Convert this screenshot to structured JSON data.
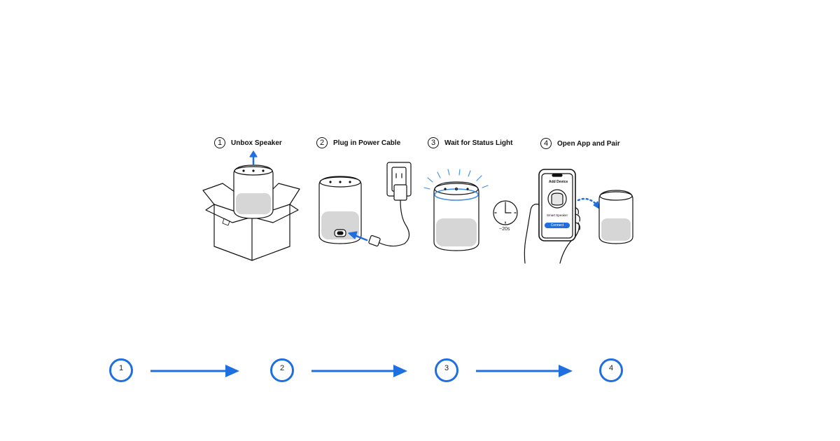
{
  "steps": [
    {
      "num": "1",
      "title": "Unbox Speaker"
    },
    {
      "num": "2",
      "title": "Plug in Power Cable"
    },
    {
      "num": "3",
      "title": "Wait for Status Light"
    },
    {
      "num": "4",
      "title": "Open App and Pair"
    }
  ],
  "timer": {
    "label": "~20s"
  },
  "phone": {
    "heading": "Add Device",
    "device_name": "Smart Speaker",
    "button_label": "Connect"
  },
  "timeline": {
    "nodes": [
      "1",
      "2",
      "3",
      "4"
    ]
  },
  "colors": {
    "accent": "#1f6fe0",
    "ink": "#111111",
    "background": "#ffffff"
  },
  "icons": [
    "box-icon",
    "speaker-icon",
    "wall-outlet-icon",
    "power-plug-icon",
    "clock-icon",
    "phone-icon",
    "hand-icon",
    "arrow-icon"
  ]
}
